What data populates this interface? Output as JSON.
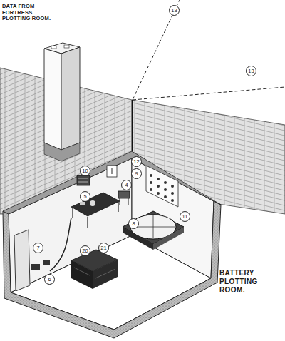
{
  "diagram": {
    "labels": [
      "DATA FROM FORTRESS PLOTTING ROOM.",
      "13",
      "13",
      "12",
      "9",
      "10",
      "5",
      "4",
      "11",
      "8",
      "7",
      "6",
      "20",
      "21",
      "BATTERY PLOTTING ROOM."
    ]
  }
}
